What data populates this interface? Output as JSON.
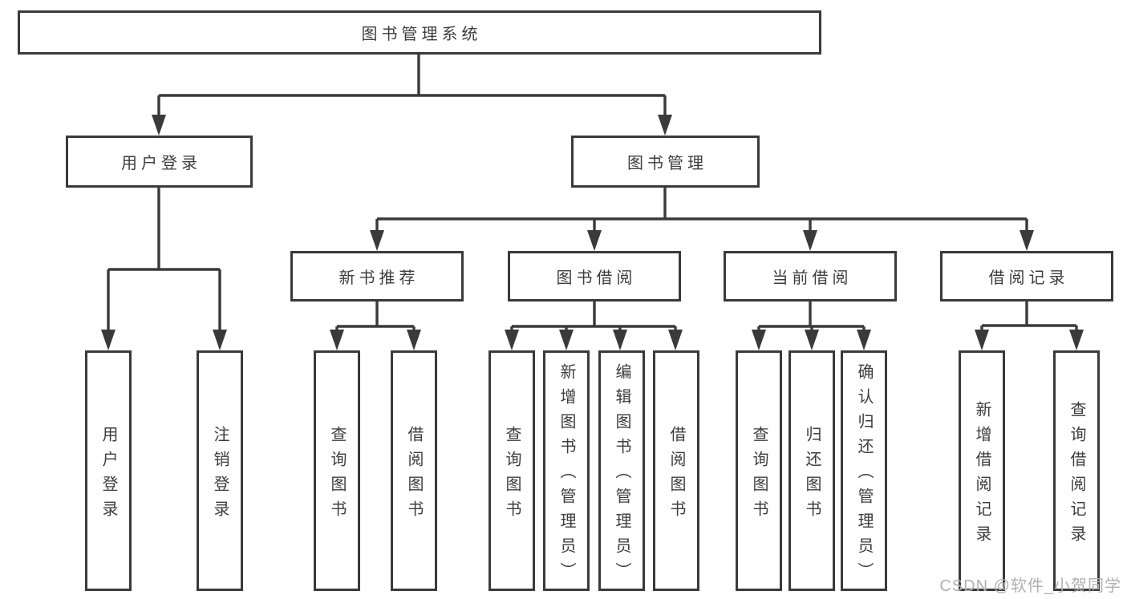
{
  "diagram": {
    "root": {
      "label": "图书管理系统"
    },
    "children": [
      {
        "label": "用户登录",
        "children": [
          {
            "label": "用户登录"
          },
          {
            "label": "注销登录"
          }
        ]
      },
      {
        "label": "图书管理",
        "children": [
          {
            "label": "新书推荐",
            "children": [
              {
                "label": "查询图书"
              },
              {
                "label": "借阅图书"
              }
            ]
          },
          {
            "label": "图书借阅",
            "children": [
              {
                "label": "查询图书"
              },
              {
                "label": "新增图书（管理员）"
              },
              {
                "label": "编辑图书（管理员）"
              },
              {
                "label": "借阅图书"
              }
            ]
          },
          {
            "label": "当前借阅",
            "children": [
              {
                "label": "查询图书"
              },
              {
                "label": "归还图书"
              },
              {
                "label": "确认归还（管理员）"
              }
            ]
          },
          {
            "label": "借阅记录",
            "children": [
              {
                "label": "新增借阅记录"
              },
              {
                "label": "查询借阅记录"
              }
            ]
          }
        ]
      }
    ],
    "watermark": "CSDN @软件_小贺同学",
    "colors": {
      "line": "#3a3a3a",
      "fill": "#ffffff",
      "text": "#3d3d3d",
      "watermark": "#b0b0b0",
      "background": "#ffffff"
    }
  }
}
